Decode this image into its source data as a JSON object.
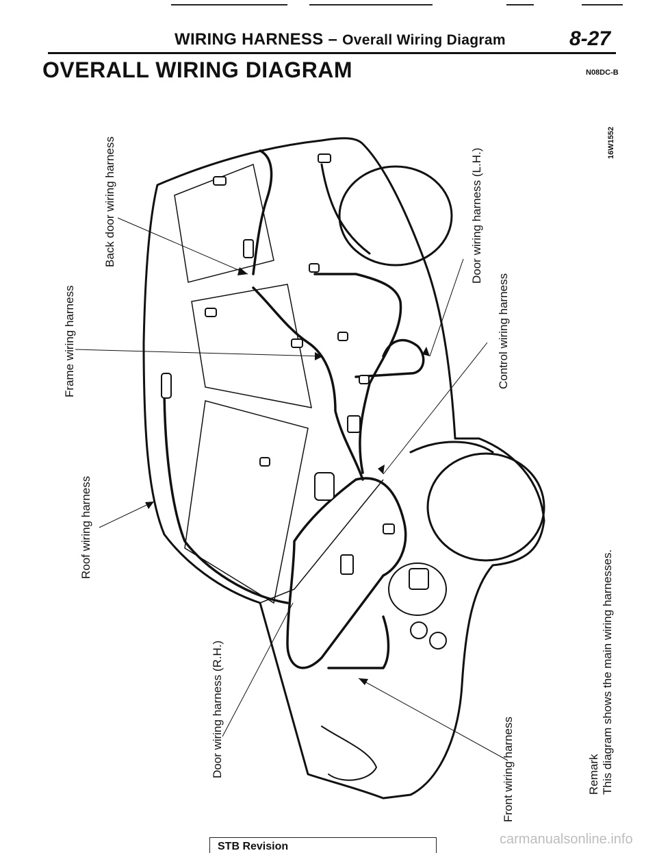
{
  "header": {
    "title": "WIRING HARNESS",
    "dash": " – ",
    "subtitle": "Overall Wiring Diagram",
    "page_number": "8-27"
  },
  "section": {
    "title": "OVERALL WIRING DIAGRAM",
    "code": "N08DC-B"
  },
  "figure": {
    "code": "16W1552",
    "labels": {
      "back_door": "Back door wiring harness",
      "frame": "Frame wiring harness",
      "roof": "Roof wiring harness",
      "door_rh": "Door wiring harness (R.H.)",
      "door_lh": "Door wiring harness (L.H.)",
      "control": "Control wiring harness",
      "front": "Front wiring harness"
    }
  },
  "remark": {
    "heading": "Remark",
    "text": "This diagram shows the main wiring harnesses."
  },
  "footer": {
    "revision": "STB Revision"
  },
  "watermark": "carmanualsonline.info"
}
